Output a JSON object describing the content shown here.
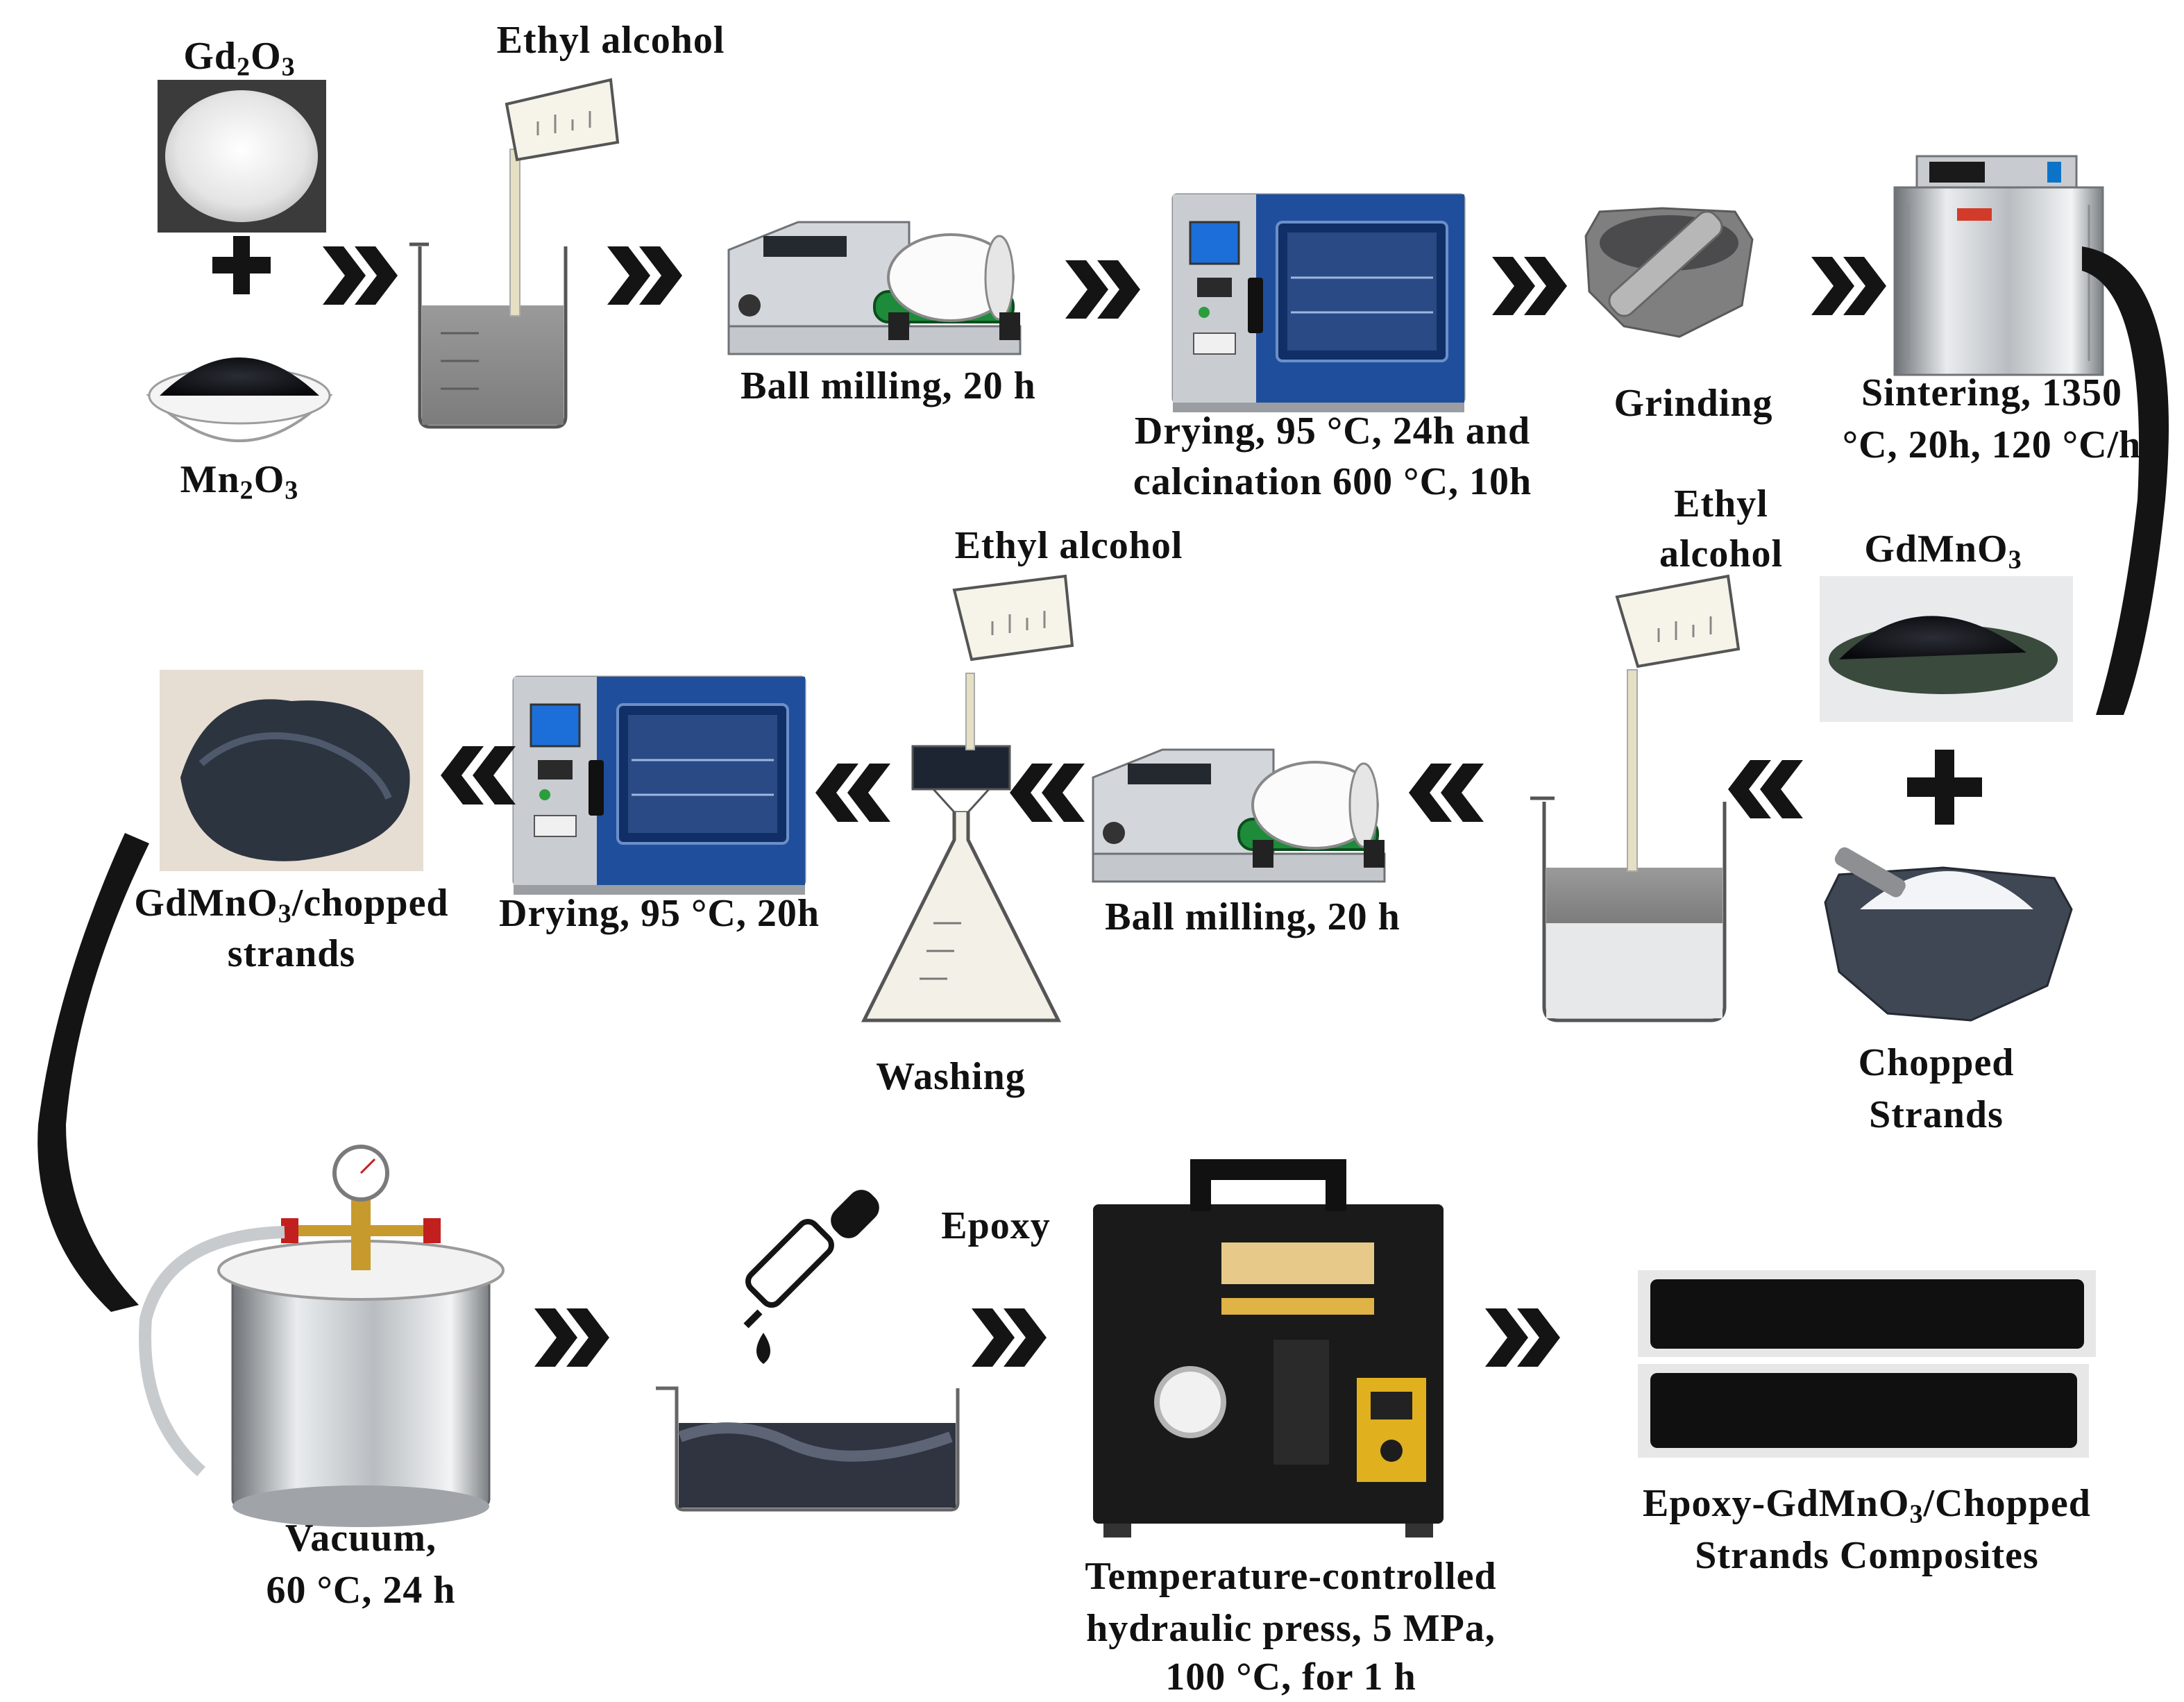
{
  "reagents": {
    "gd2o3": {
      "base": "Gd",
      "sub1": "2",
      "mid": "O",
      "sub2": "3"
    },
    "mn2o3": {
      "base": "Mn",
      "sub1": "2",
      "mid": "O",
      "sub2": "3"
    },
    "gdmno3": {
      "base": "GdMnO",
      "sub": "3"
    }
  },
  "labels": {
    "ethyl_alcohol_1": "Ethyl alcohol",
    "ball_milling_1": "Ball milling, 20 h",
    "drying_calcination_1": "Drying, 95 °C, 24h and",
    "drying_calcination_2": "calcination 600 °C, 10h",
    "grinding": "Grinding",
    "sintering_1": "Sintering, 1350",
    "sintering_2": "°C, 20h, 120 °C/h",
    "ethyl_alcohol_2": "Ethyl alcohol",
    "ethyl_alcohol_3a": "Ethyl",
    "ethyl_alcohol_3b": "alcohol",
    "gdmno3_chopped_1": "/chopped",
    "gdmno3_chopped_2": "strands",
    "drying_2": "Drying, 95 °C, 20h",
    "ball_milling_2": "Ball milling, 20 h",
    "washing": "Washing",
    "chopped_strands_1": "Chopped",
    "chopped_strands_2": "Strands",
    "epoxy": "Epoxy",
    "vacuum_1": "Vacuum,",
    "vacuum_2": "60 °C, 24 h",
    "press_1": "Temperature-controlled",
    "press_2": "hydraulic press, 5 MPa,",
    "press_3": "100 °C, for 1 h",
    "composite_1a": "Epoxy-GdMnO",
    "composite_1b": "3",
    "composite_1c": "/Chopped",
    "composite_2": "Strands Composites"
  },
  "icons": {
    "forward_arrow": "double-chevron-right-icon",
    "backward_arrow": "double-chevron-left-icon",
    "plus": "plus-icon"
  },
  "colors": {
    "arrow": "#141414",
    "oven_blue": "#1f4f9c",
    "liquid_grey": "#8c8c8c",
    "powder_black": "#1a1c22"
  }
}
